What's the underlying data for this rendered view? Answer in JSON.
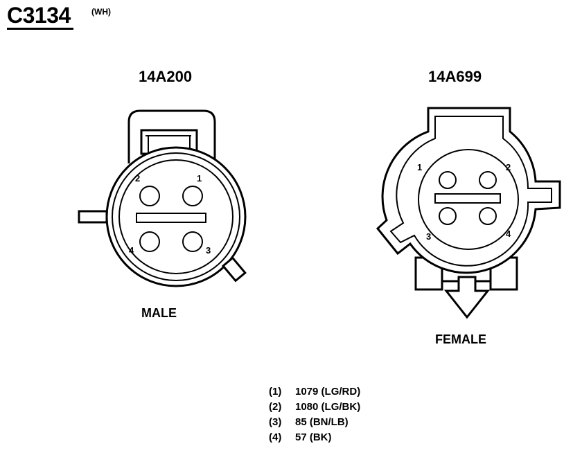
{
  "connector": {
    "id": "C3134",
    "color_code": "(WH)"
  },
  "male": {
    "part_number": "14A200",
    "label": "MALE",
    "pins": [
      "2",
      "1",
      "4",
      "3"
    ]
  },
  "female": {
    "part_number": "14A699",
    "label": "FEMALE",
    "pins": [
      "1",
      "2",
      "3",
      "4"
    ]
  },
  "legend": [
    {
      "pos": "(1)",
      "circuit": "1079 (LG/RD)"
    },
    {
      "pos": "(2)",
      "circuit": "1080 (LG/BK)"
    },
    {
      "pos": "(3)",
      "circuit": "85 (BN/LB)"
    },
    {
      "pos": "(4)",
      "circuit": "57 (BK)"
    }
  ]
}
